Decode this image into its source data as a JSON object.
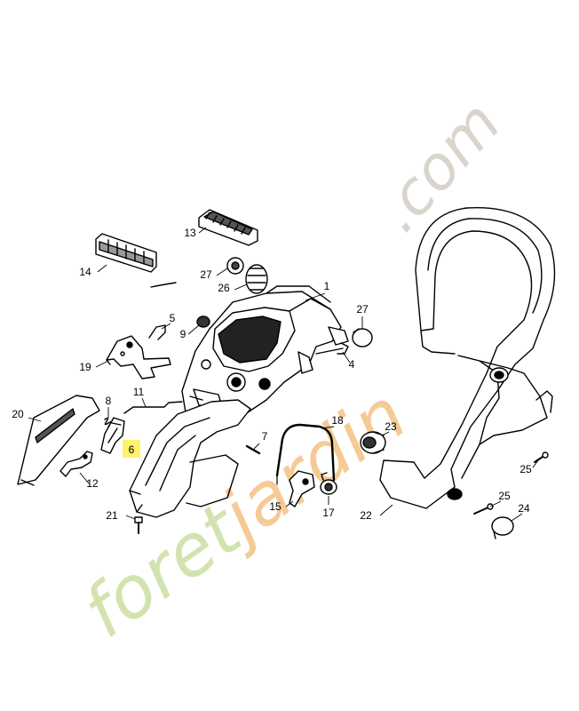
{
  "diagram": {
    "title": "",
    "highlighted_part": "6",
    "highlight_color": "#fff36b",
    "line_color": "#000000",
    "parts": [
      {
        "id": "p1",
        "label": "1"
      },
      {
        "id": "p4",
        "label": "4"
      },
      {
        "id": "p5",
        "label": "5"
      },
      {
        "id": "p6",
        "label": "6"
      },
      {
        "id": "p7",
        "label": "7"
      },
      {
        "id": "p8",
        "label": "8"
      },
      {
        "id": "p9",
        "label": "9"
      },
      {
        "id": "p11",
        "label": "11"
      },
      {
        "id": "p12",
        "label": "12"
      },
      {
        "id": "p13",
        "label": "13"
      },
      {
        "id": "p14",
        "label": "14"
      },
      {
        "id": "p15",
        "label": "15"
      },
      {
        "id": "p17",
        "label": "17"
      },
      {
        "id": "p18",
        "label": "18"
      },
      {
        "id": "p19",
        "label": "19"
      },
      {
        "id": "p20",
        "label": "20"
      },
      {
        "id": "p21",
        "label": "21"
      },
      {
        "id": "p22",
        "label": "22"
      },
      {
        "id": "p23",
        "label": "23"
      },
      {
        "id": "p24",
        "label": "24"
      },
      {
        "id": "p25a",
        "label": "25"
      },
      {
        "id": "p25b",
        "label": "25"
      },
      {
        "id": "p26",
        "label": "26"
      },
      {
        "id": "p27a",
        "label": "27"
      },
      {
        "id": "p27b",
        "label": "27"
      }
    ]
  },
  "watermark": {
    "part1": "foret",
    "part2": "jardin",
    "part3": ".com",
    "color_green": "#cfe0a6",
    "color_orange": "#f4c58a",
    "color_gray": "#d6d1c7"
  }
}
